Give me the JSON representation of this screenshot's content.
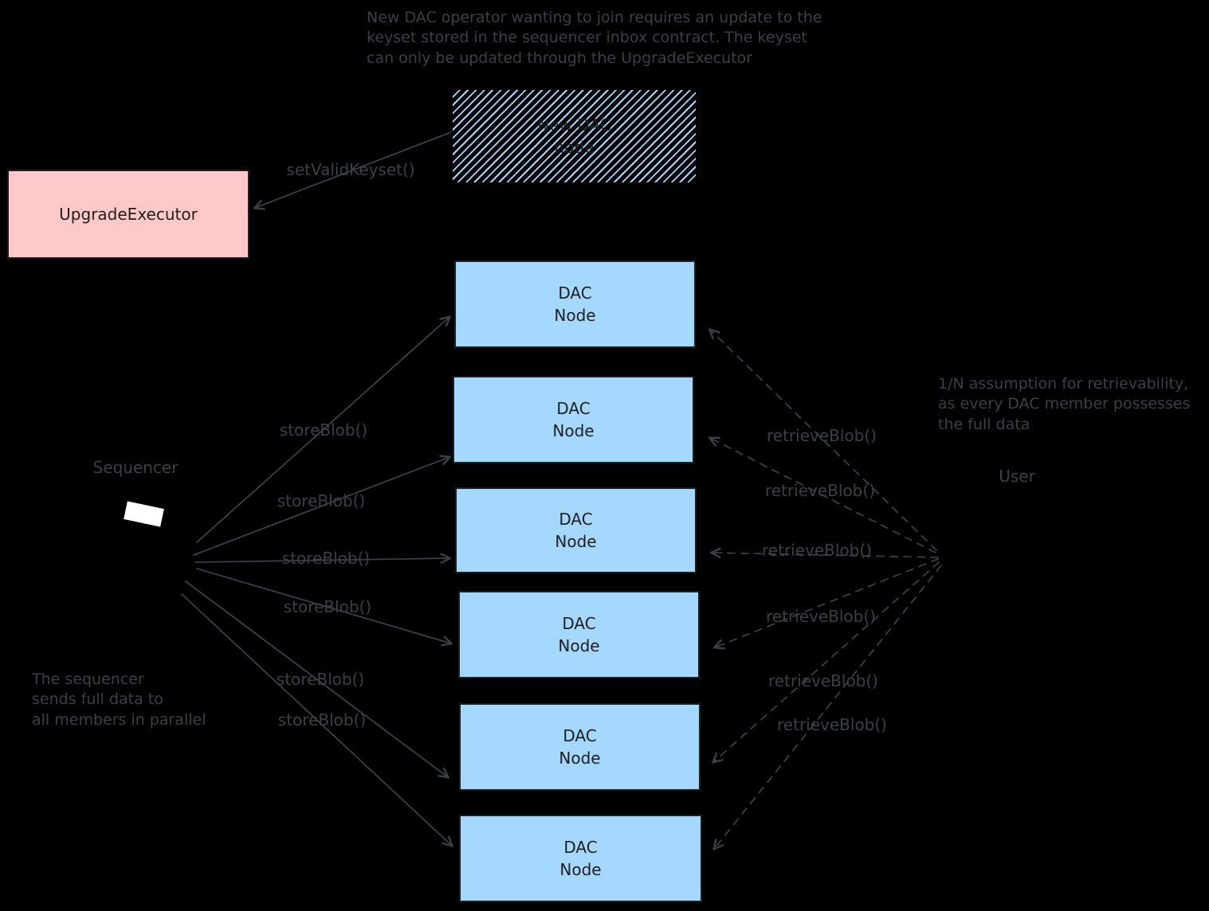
{
  "colors": {
    "background": "#000000",
    "node_fill": "#a5d8ff",
    "executor_fill": "#ffc9c9",
    "box_text": "#1e1e1e",
    "ink": "#3a4047",
    "screen_white": "#ffffff"
  },
  "annotations": {
    "top": "New DAC operator wanting to join requires an update to the\nkeyset stored in the sequencer inbox contract. The keyset\ncan only be updated through the UpgradeExecutor",
    "retrievability": "1/N assumption for retrievability,\nas every DAC member possesses\nthe full data",
    "parallel": "The sequencer\nsends full data to\nall members in parallel"
  },
  "boxes": {
    "upgrade_executor": "UpgradeExecutor",
    "new_dac_node": "New DAC\nnode",
    "dac_node": "DAC\nNode",
    "dac_node_count": 6
  },
  "labels": {
    "set_valid_keyset": "setValidKeyset()",
    "store_blob": "storeBlob()",
    "retrieve_blob": "retrieveBlob()",
    "sequencer": "Sequencer",
    "user": "User"
  },
  "edges": [
    "new-dac-node -> upgrade-executor : setValidKeyset()",
    "sequencer -> dac-node-1..6 : storeBlob() (solid arrows)",
    "user -> dac-node-1..6 : retrieveBlob() (dashed arrows)"
  ]
}
